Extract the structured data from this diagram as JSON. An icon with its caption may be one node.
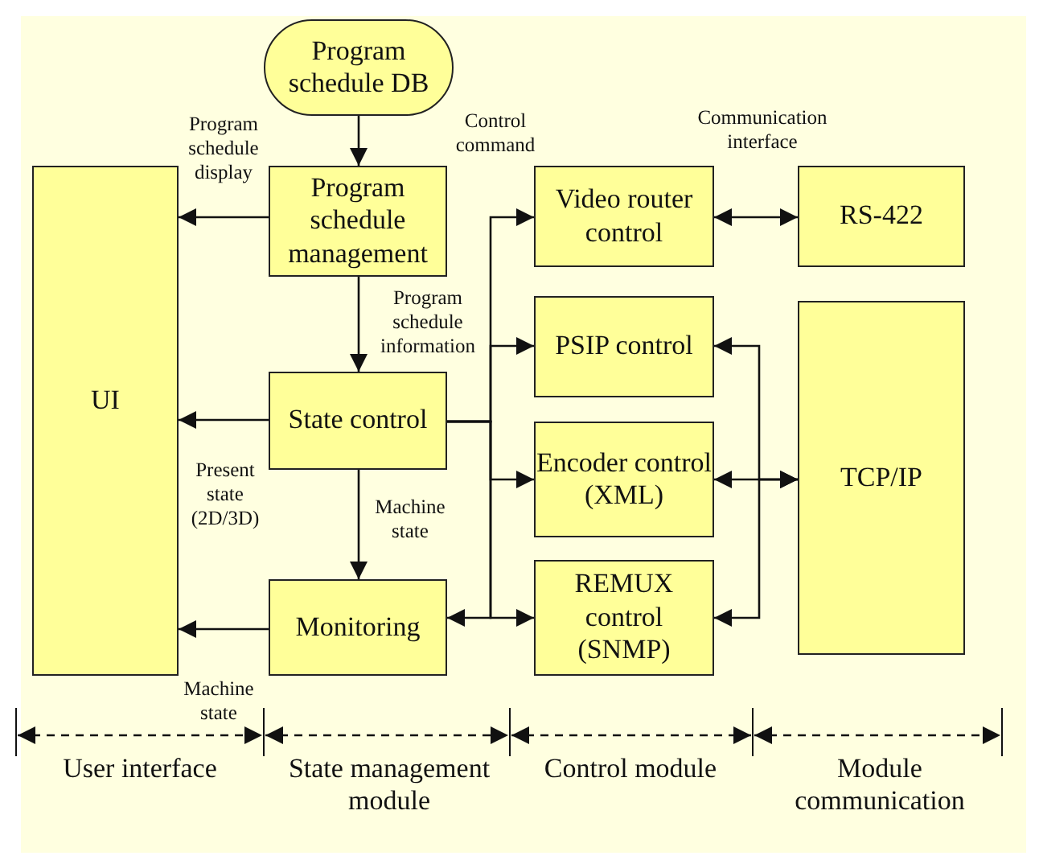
{
  "diagram": {
    "nodes": [
      {
        "text": [
          "Program schedule DB"
        ]
      },
      {
        "text": [
          "Program schedule management"
        ]
      },
      {
        "text": [
          "UI"
        ]
      },
      {
        "text": [
          "State control"
        ]
      },
      {
        "text": [
          "Monitoring"
        ]
      },
      {
        "text": [
          "Video router control"
        ]
      },
      {
        "text": [
          "RS-422"
        ]
      },
      {
        "text": [
          "PSIP control"
        ]
      },
      {
        "text": [
          "Encoder control (XML)"
        ]
      },
      {
        "text": [
          "REMUX control (SNMP)"
        ]
      },
      {
        "text": [
          "TCP/IP"
        ]
      }
    ],
    "edges": [
      {
        "from": 0,
        "to": 1,
        "arrow": "to"
      },
      {
        "from": 1,
        "to": 2,
        "arrow": "to",
        "label": "Program schedule display"
      },
      {
        "from": 1,
        "to": 3,
        "arrow": "to",
        "label": "Program schedule information"
      },
      {
        "from": 3,
        "to": 2,
        "arrow": "to",
        "label": "Present state (2D/3D)"
      },
      {
        "from": 3,
        "to": 4,
        "arrow": "to",
        "label": "Machine state"
      },
      {
        "from": 4,
        "to": 2,
        "arrow": "to",
        "label": "Machine state"
      },
      {
        "from": 3,
        "to": 5,
        "arrow": "to",
        "label": "Control command"
      },
      {
        "from": 3,
        "to": 7,
        "arrow": "to"
      },
      {
        "from": 3,
        "to": 8,
        "arrow": "to"
      },
      {
        "from": 3,
        "to": 9,
        "arrow": "to"
      },
      {
        "from": 3,
        "to": 4,
        "arrow": "to"
      },
      {
        "from": 5,
        "to": 6,
        "arrow": "both",
        "label": "Communication interface"
      },
      {
        "from": 7,
        "to": 10,
        "arrow": "both"
      },
      {
        "from": 8,
        "to": 10,
        "arrow": "both"
      },
      {
        "from": 9,
        "to": 10,
        "arrow": "both"
      }
    ],
    "labels": [
      "User interface",
      "State management module",
      "Control module",
      "Module communication"
    ]
  }
}
